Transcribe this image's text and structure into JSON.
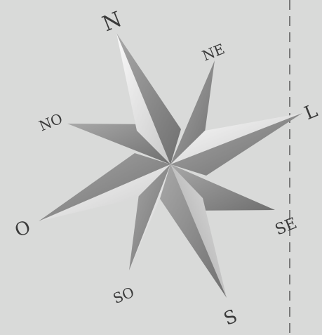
{
  "compass": {
    "labels": {
      "n": "N",
      "ne": "NE",
      "e": "L",
      "se": "SE",
      "s": "S",
      "so": "SO",
      "w": "O",
      "no": "NO"
    }
  },
  "colors": {
    "background": "#d9dad9",
    "star_light": "#f2f2f2",
    "star_mid": "#b9b9b9",
    "star_dark": "#7d7d7d",
    "label": "#3a3a3a",
    "boundary_line": "#444444"
  }
}
